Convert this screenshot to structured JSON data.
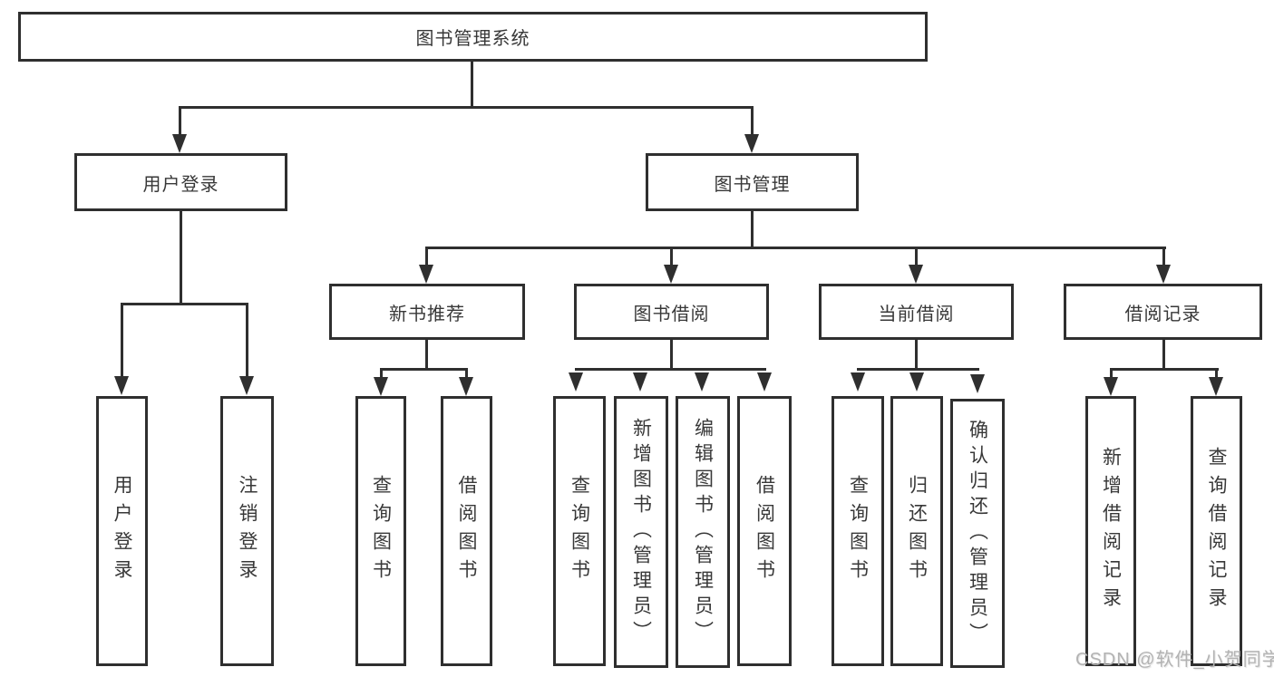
{
  "diagram": {
    "root": "图书管理系统",
    "level2": {
      "user_login_group": "用户登录",
      "book_mgmt_group": "图书管理"
    },
    "level3": {
      "new_book_rec": "新书推荐",
      "book_borrow": "图书借阅",
      "current_borrow": "当前借阅",
      "borrow_records": "借阅记录"
    },
    "leaves": {
      "user_login": "用户登录",
      "logout": "注销登录",
      "nbr_query_book": "查询图书",
      "nbr_borrow_book": "借阅图书",
      "bb_query_book": "查询图书",
      "bb_add_book": "新增图书（管理员）",
      "bb_edit_book": "编辑图书（管理员）",
      "bb_borrow_book": "借阅图书",
      "cb_query_book": "查询图书",
      "cb_return_book": "归还图书",
      "cb_confirm_return": "确认归还（管理员）",
      "br_add_record": "新增借阅记录",
      "br_query_record": "查询借阅记录"
    }
  },
  "watermark": "CSDN @软件_小贺同学",
  "colors": {
    "line": "#2f2f2f",
    "text": "#383838",
    "watermark": "#b3b3b3",
    "background": "#ffffff"
  }
}
